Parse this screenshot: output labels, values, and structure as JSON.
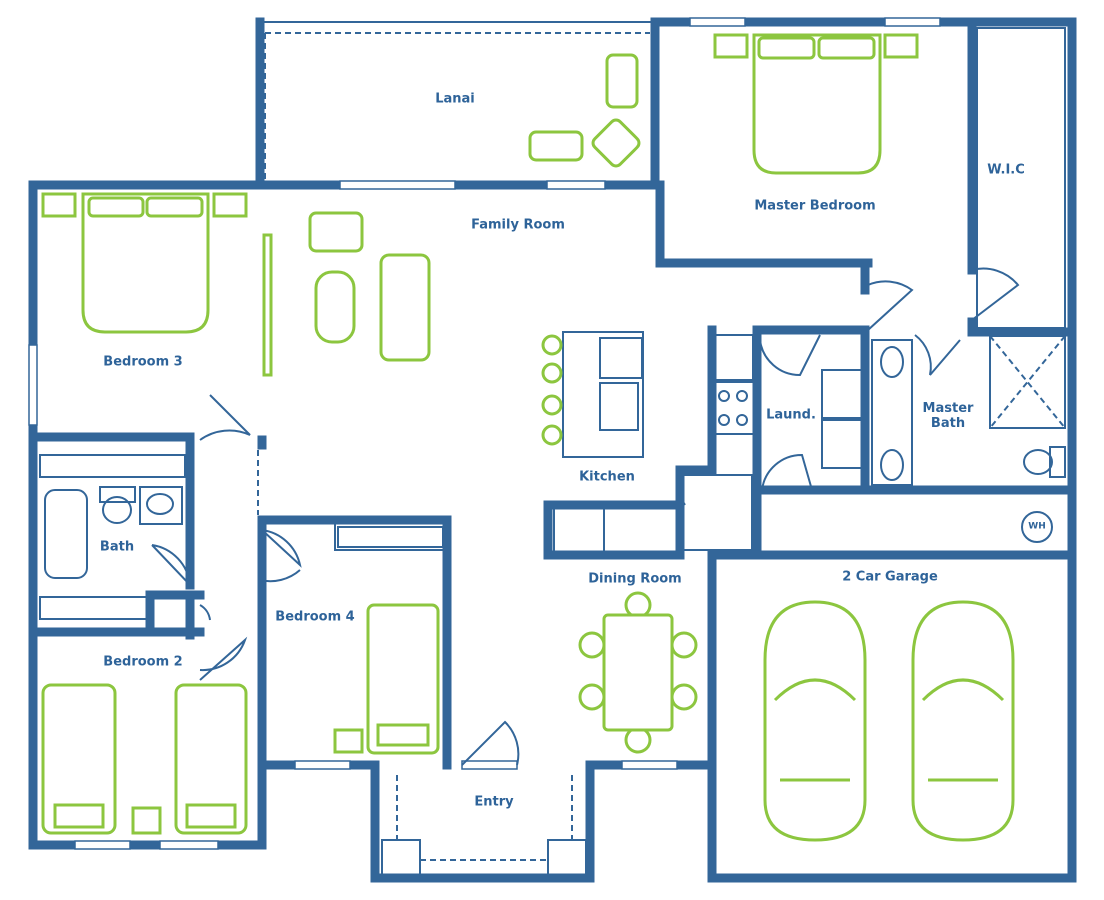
{
  "plan": {
    "rooms": {
      "lanai": "Lanai",
      "master_bedroom": "Master Bedroom",
      "wic": "W.I.C",
      "family_room": "Family Room",
      "bedroom3": "Bedroom 3",
      "kitchen": "Kitchen",
      "laundry": "Laund.",
      "master_bath": "Master Bath",
      "bath": "Bath",
      "bedroom4": "Bedroom 4",
      "bedroom2": "Bedroom 2",
      "dining_room": "Dining Room",
      "garage": "2 Car Garage",
      "entry": "Entry"
    },
    "water_heater": "WH",
    "colors": {
      "wall": "#336699",
      "furniture": "#8cc63f"
    }
  }
}
